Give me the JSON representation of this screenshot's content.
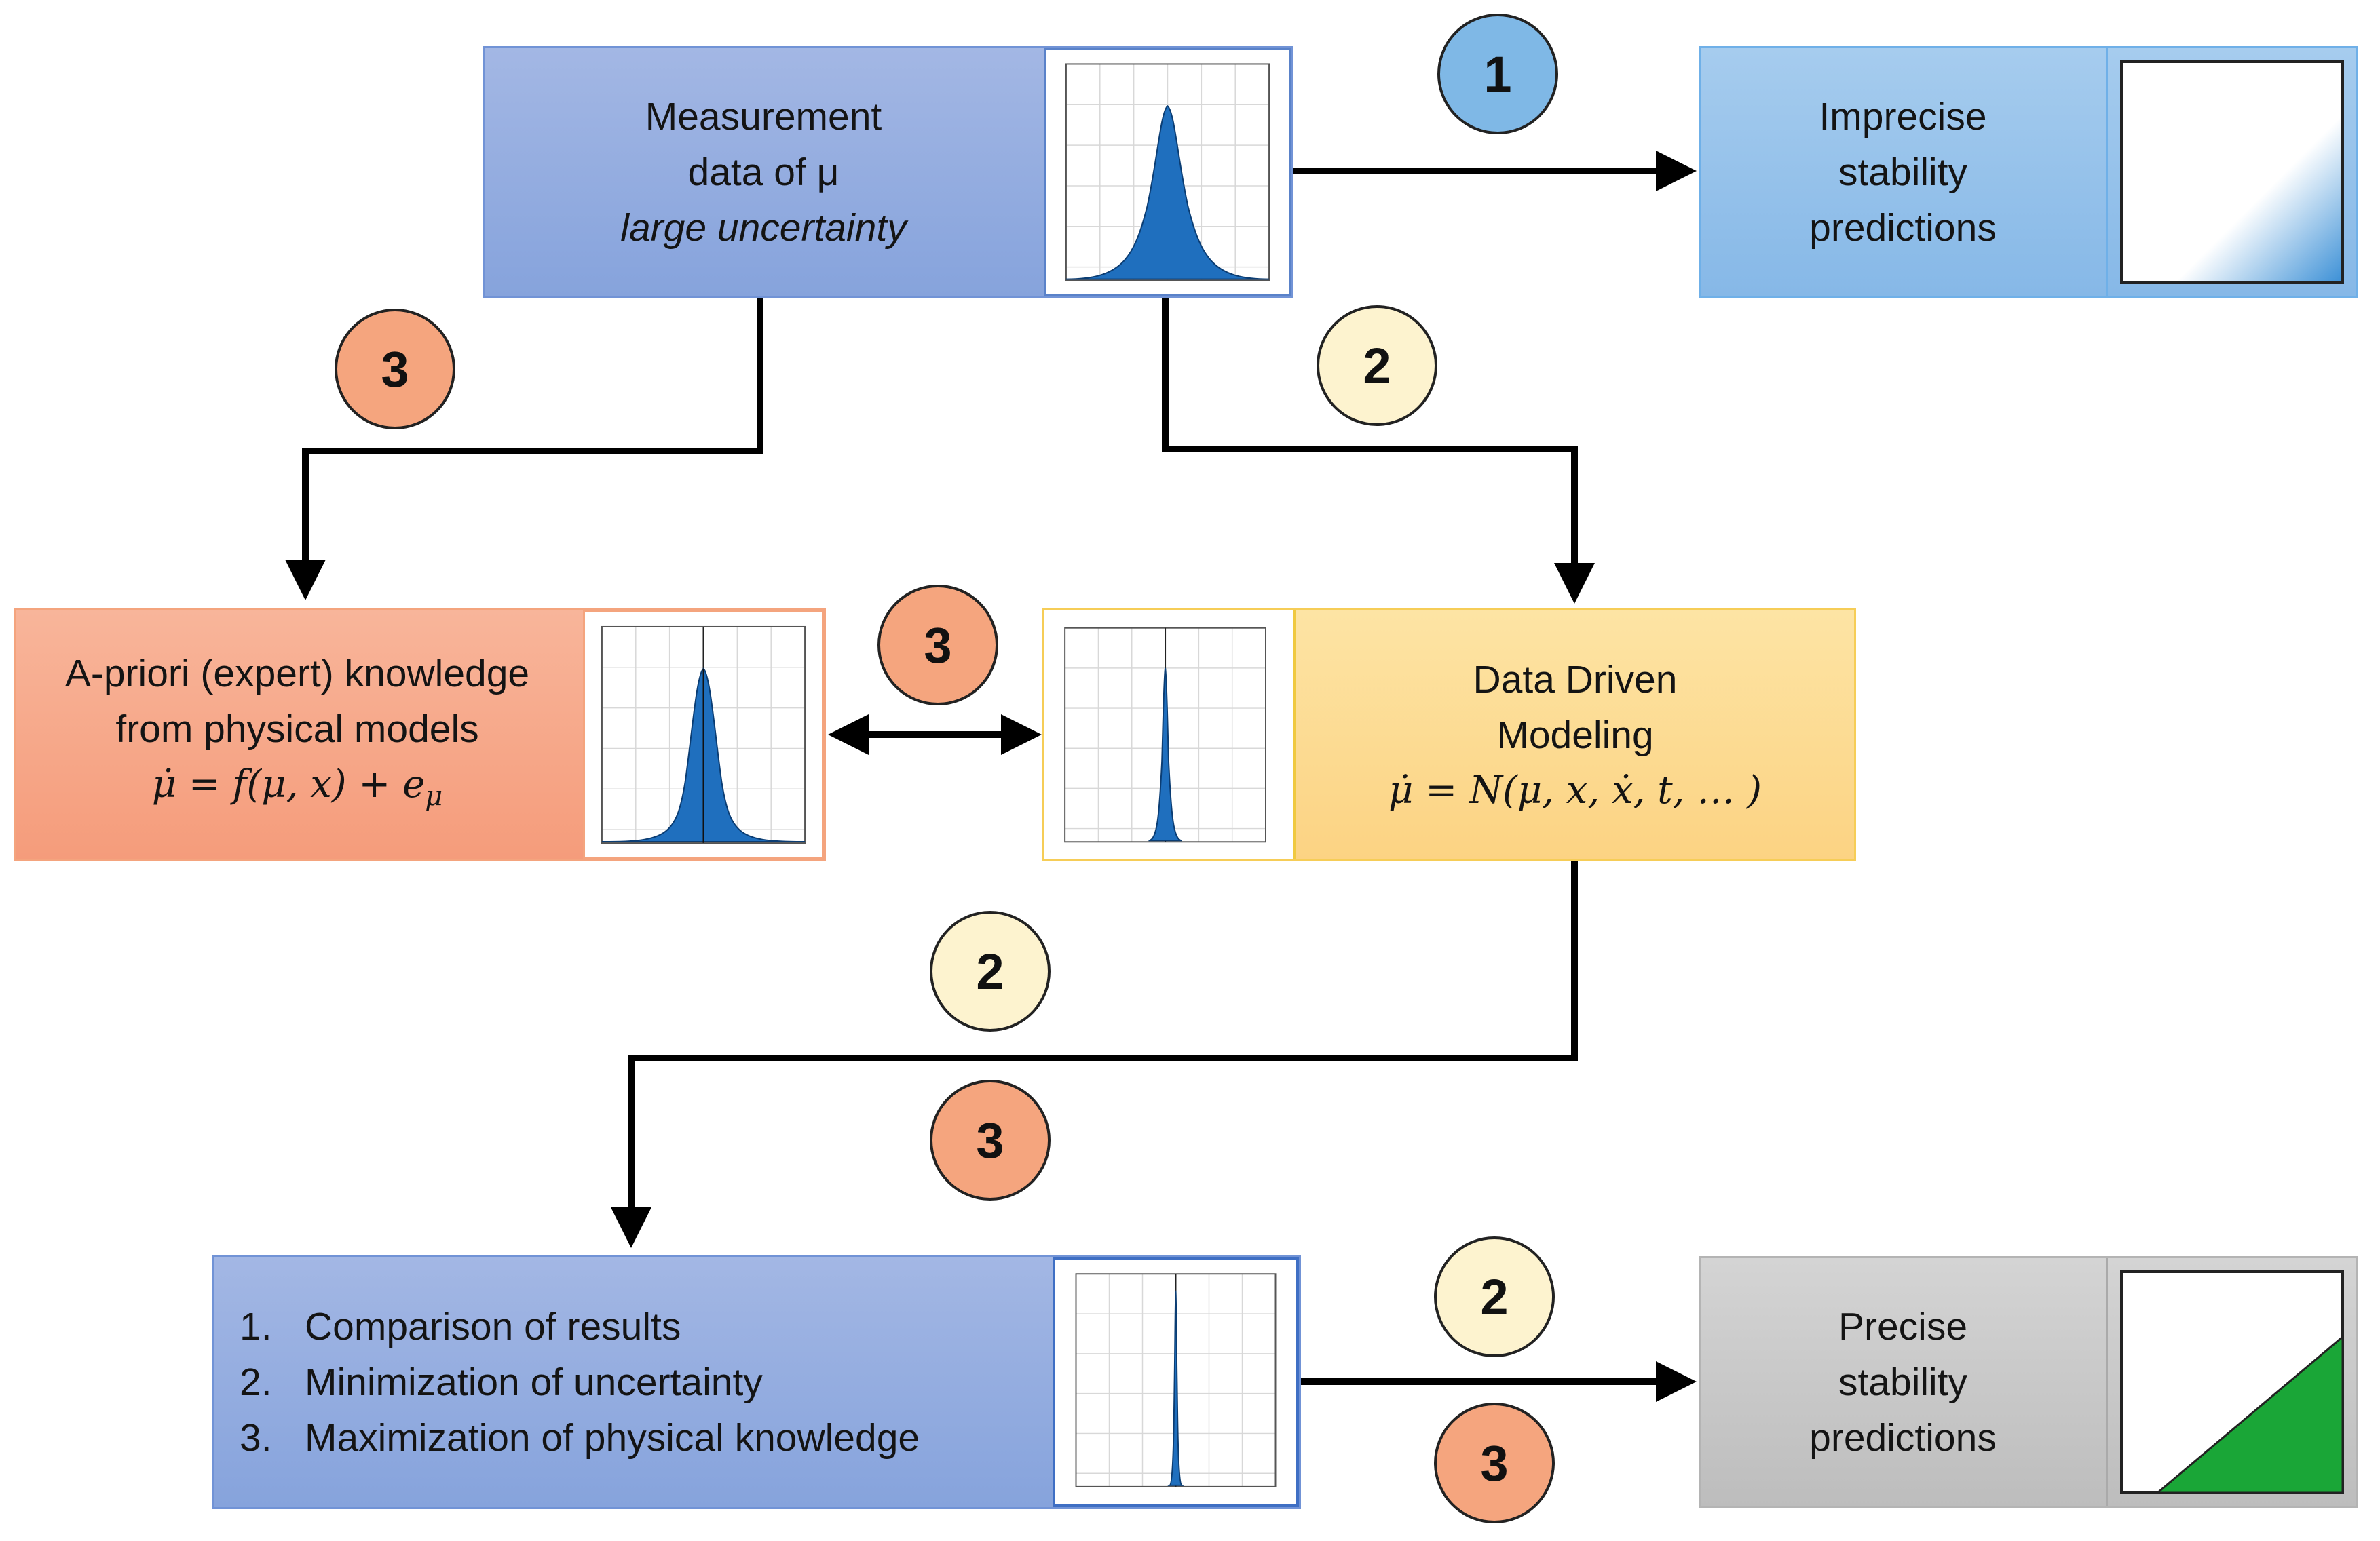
{
  "boxes": {
    "measurement": {
      "line1": "Measurement",
      "line2": "data of μ",
      "line3": "large uncertainty"
    },
    "imprecise": {
      "line1": "Imprecise",
      "line2": "stability",
      "line3": "predictions"
    },
    "apriori": {
      "line1": "A-priori (expert) knowledge",
      "line2": "from physical models",
      "formula": "μ̇ = f(μ, x) + e",
      "formula_sub": "μ"
    },
    "data_driven": {
      "line1": "Data Driven",
      "line2": "Modeling",
      "formula": "μ̇ = N(μ, x, ẋ, t, … )"
    },
    "comparison": {
      "items": [
        {
          "num": "1.",
          "text": "Comparison of results"
        },
        {
          "num": "2.",
          "text": "Minimization of uncertainty"
        },
        {
          "num": "3.",
          "text": "Maximization of physical knowledge"
        }
      ]
    },
    "precise": {
      "line1": "Precise",
      "line2": "stability",
      "line3": "predictions"
    }
  },
  "badges": {
    "b1": "1",
    "b2_top": "2",
    "b3_top_left": "3",
    "b3_middle": "3",
    "b2_mid": "2",
    "b3_mid": "3",
    "b2_bottom": "2",
    "b3_bottom": "3"
  },
  "colors": {
    "badge_blue": "#7fb8e6",
    "badge_orange": "#f5a57e",
    "badge_cream": "#fdf3cf",
    "distribution_fill": "#1f6fbe",
    "precise_fill": "#1aa637",
    "imprecise_gradient": "#3a8fd6"
  },
  "icons": {
    "distribution": "gaussian-distribution-icon",
    "imprecise": "gradient-square-icon",
    "precise": "green-triangle-icon"
  }
}
